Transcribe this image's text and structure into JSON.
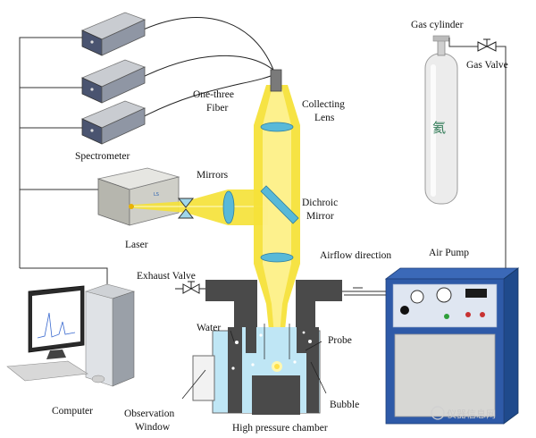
{
  "labels": {
    "gas_cylinder": "Gas cylinder",
    "gas_valve": "Gas Valve",
    "one_three_fiber_1": "One-three",
    "one_three_fiber_2": "Fiber",
    "collecting_lens_1": "Collecting",
    "collecting_lens_2": "Lens",
    "spectrometer": "Spectrometer",
    "mirrors": "Mirrors",
    "dichroic_mirror_1": "Dichroic",
    "dichroic_mirror_2": "Mirror",
    "laser": "Laser",
    "airflow_direction": "Airflow direction",
    "air_pump": "Air Pump",
    "exhaust_valve": "Exhaust Valve",
    "water": "Water",
    "probe": "Probe",
    "bubble": "Bubble",
    "computer": "Computer",
    "observation_window_1": "Observation",
    "observation_window_2": "Window",
    "high_pressure_chamber": "High pressure chamber",
    "cylinder_glyph": "氦",
    "watermark": "仪器信息网"
  },
  "colors": {
    "beam": "#f5e23a",
    "beam_core": "#fff7a0",
    "lens": "#58b9d8",
    "water": "#bfe6f5",
    "chamber": "#4a4a4a",
    "pump_body": "#2e5aa8",
    "cylinder": "#e8e8e8",
    "wire": "#333333"
  }
}
